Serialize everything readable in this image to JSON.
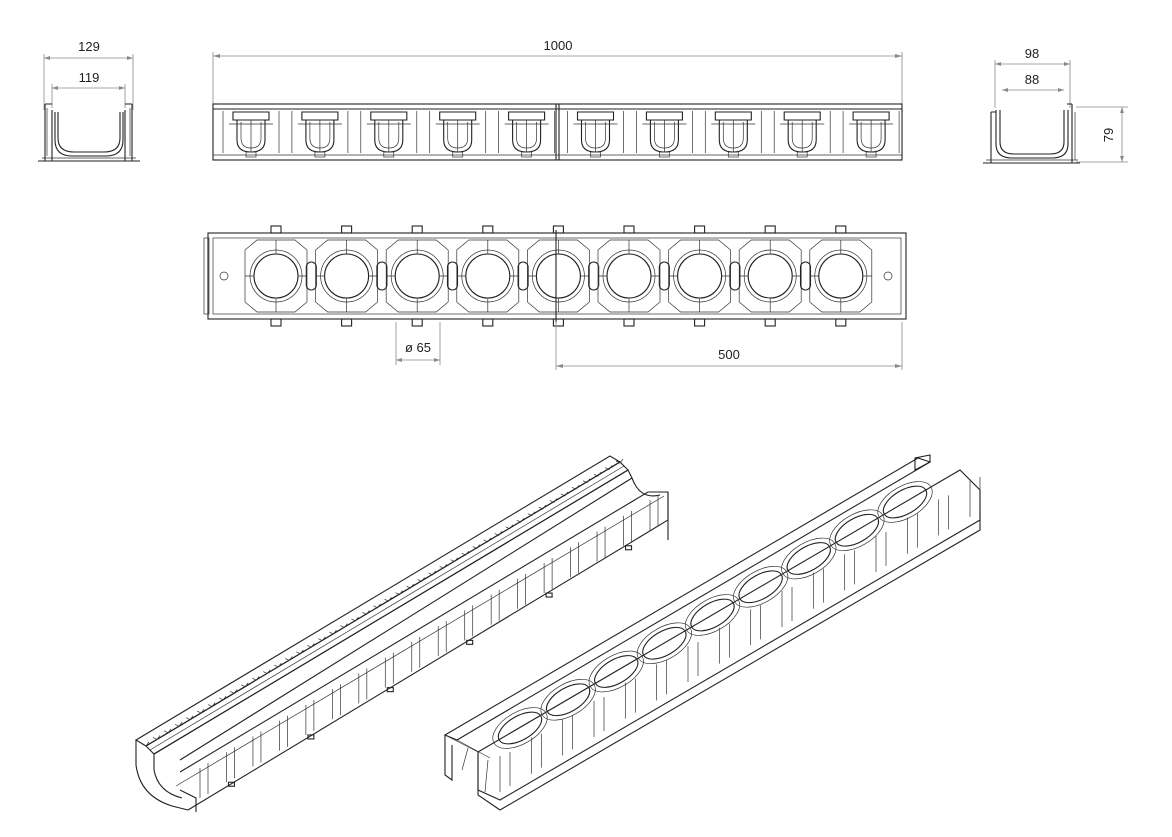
{
  "dimensions": {
    "end_outer_width": "129",
    "end_inner_width": "119",
    "length": "1000",
    "side_outer_width": "98",
    "side_inner_width": "88",
    "height": "79",
    "hole_diameter": "ø 65",
    "half_length": "500"
  },
  "module_count": 10,
  "ring_count": 9
}
